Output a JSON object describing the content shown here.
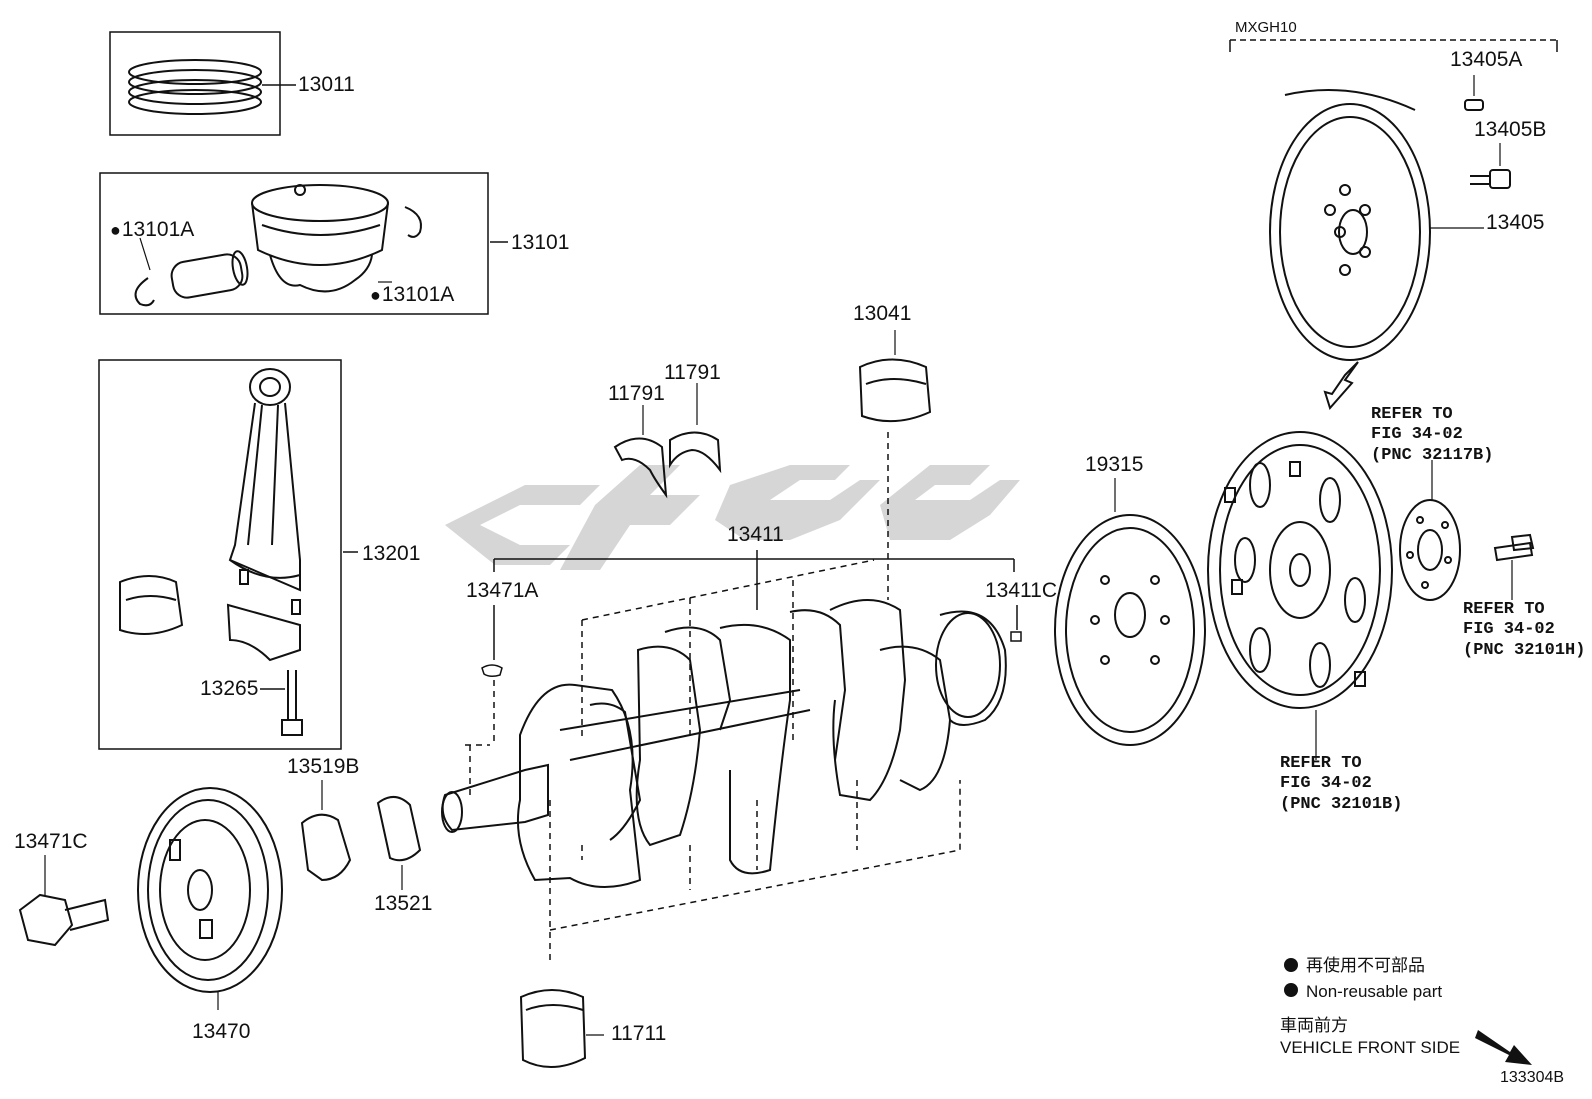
{
  "diagram_code": "133304B",
  "variant": "MXGH10",
  "watermark": "CGGG",
  "parts": {
    "p13011": "13011",
    "p13101": "13101",
    "p13101A_top": "13101A",
    "p13101A_bottom": "13101A",
    "p13201": "13201",
    "p13265": "13265",
    "p13041": "13041",
    "p11791_a": "11791",
    "p11791_b": "11791",
    "p13411": "13411",
    "p13471A": "13471A",
    "p13411C": "13411C",
    "p19315": "19315",
    "p13405A": "13405A",
    "p13405B": "13405B",
    "p13405": "13405",
    "p13519B": "13519B",
    "p13521": "13521",
    "p13471C": "13471C",
    "p13470": "13470",
    "p11711": "11711"
  },
  "refs": {
    "ref_32117B": "REFER TO\nFIG 34-02\n(PNC 32117B)",
    "ref_32101H": "REFER TO\nFIG 34-02\n(PNC 32101H)",
    "ref_32101B": "REFER TO\nFIG 34-02\n(PNC 32101B)"
  },
  "legend": {
    "jp_nonreusable": "再使用不可部品",
    "en_nonreusable": "Non-reusable part",
    "jp_front": "車両前方",
    "en_front": "VEHICLE FRONT SIDE"
  }
}
